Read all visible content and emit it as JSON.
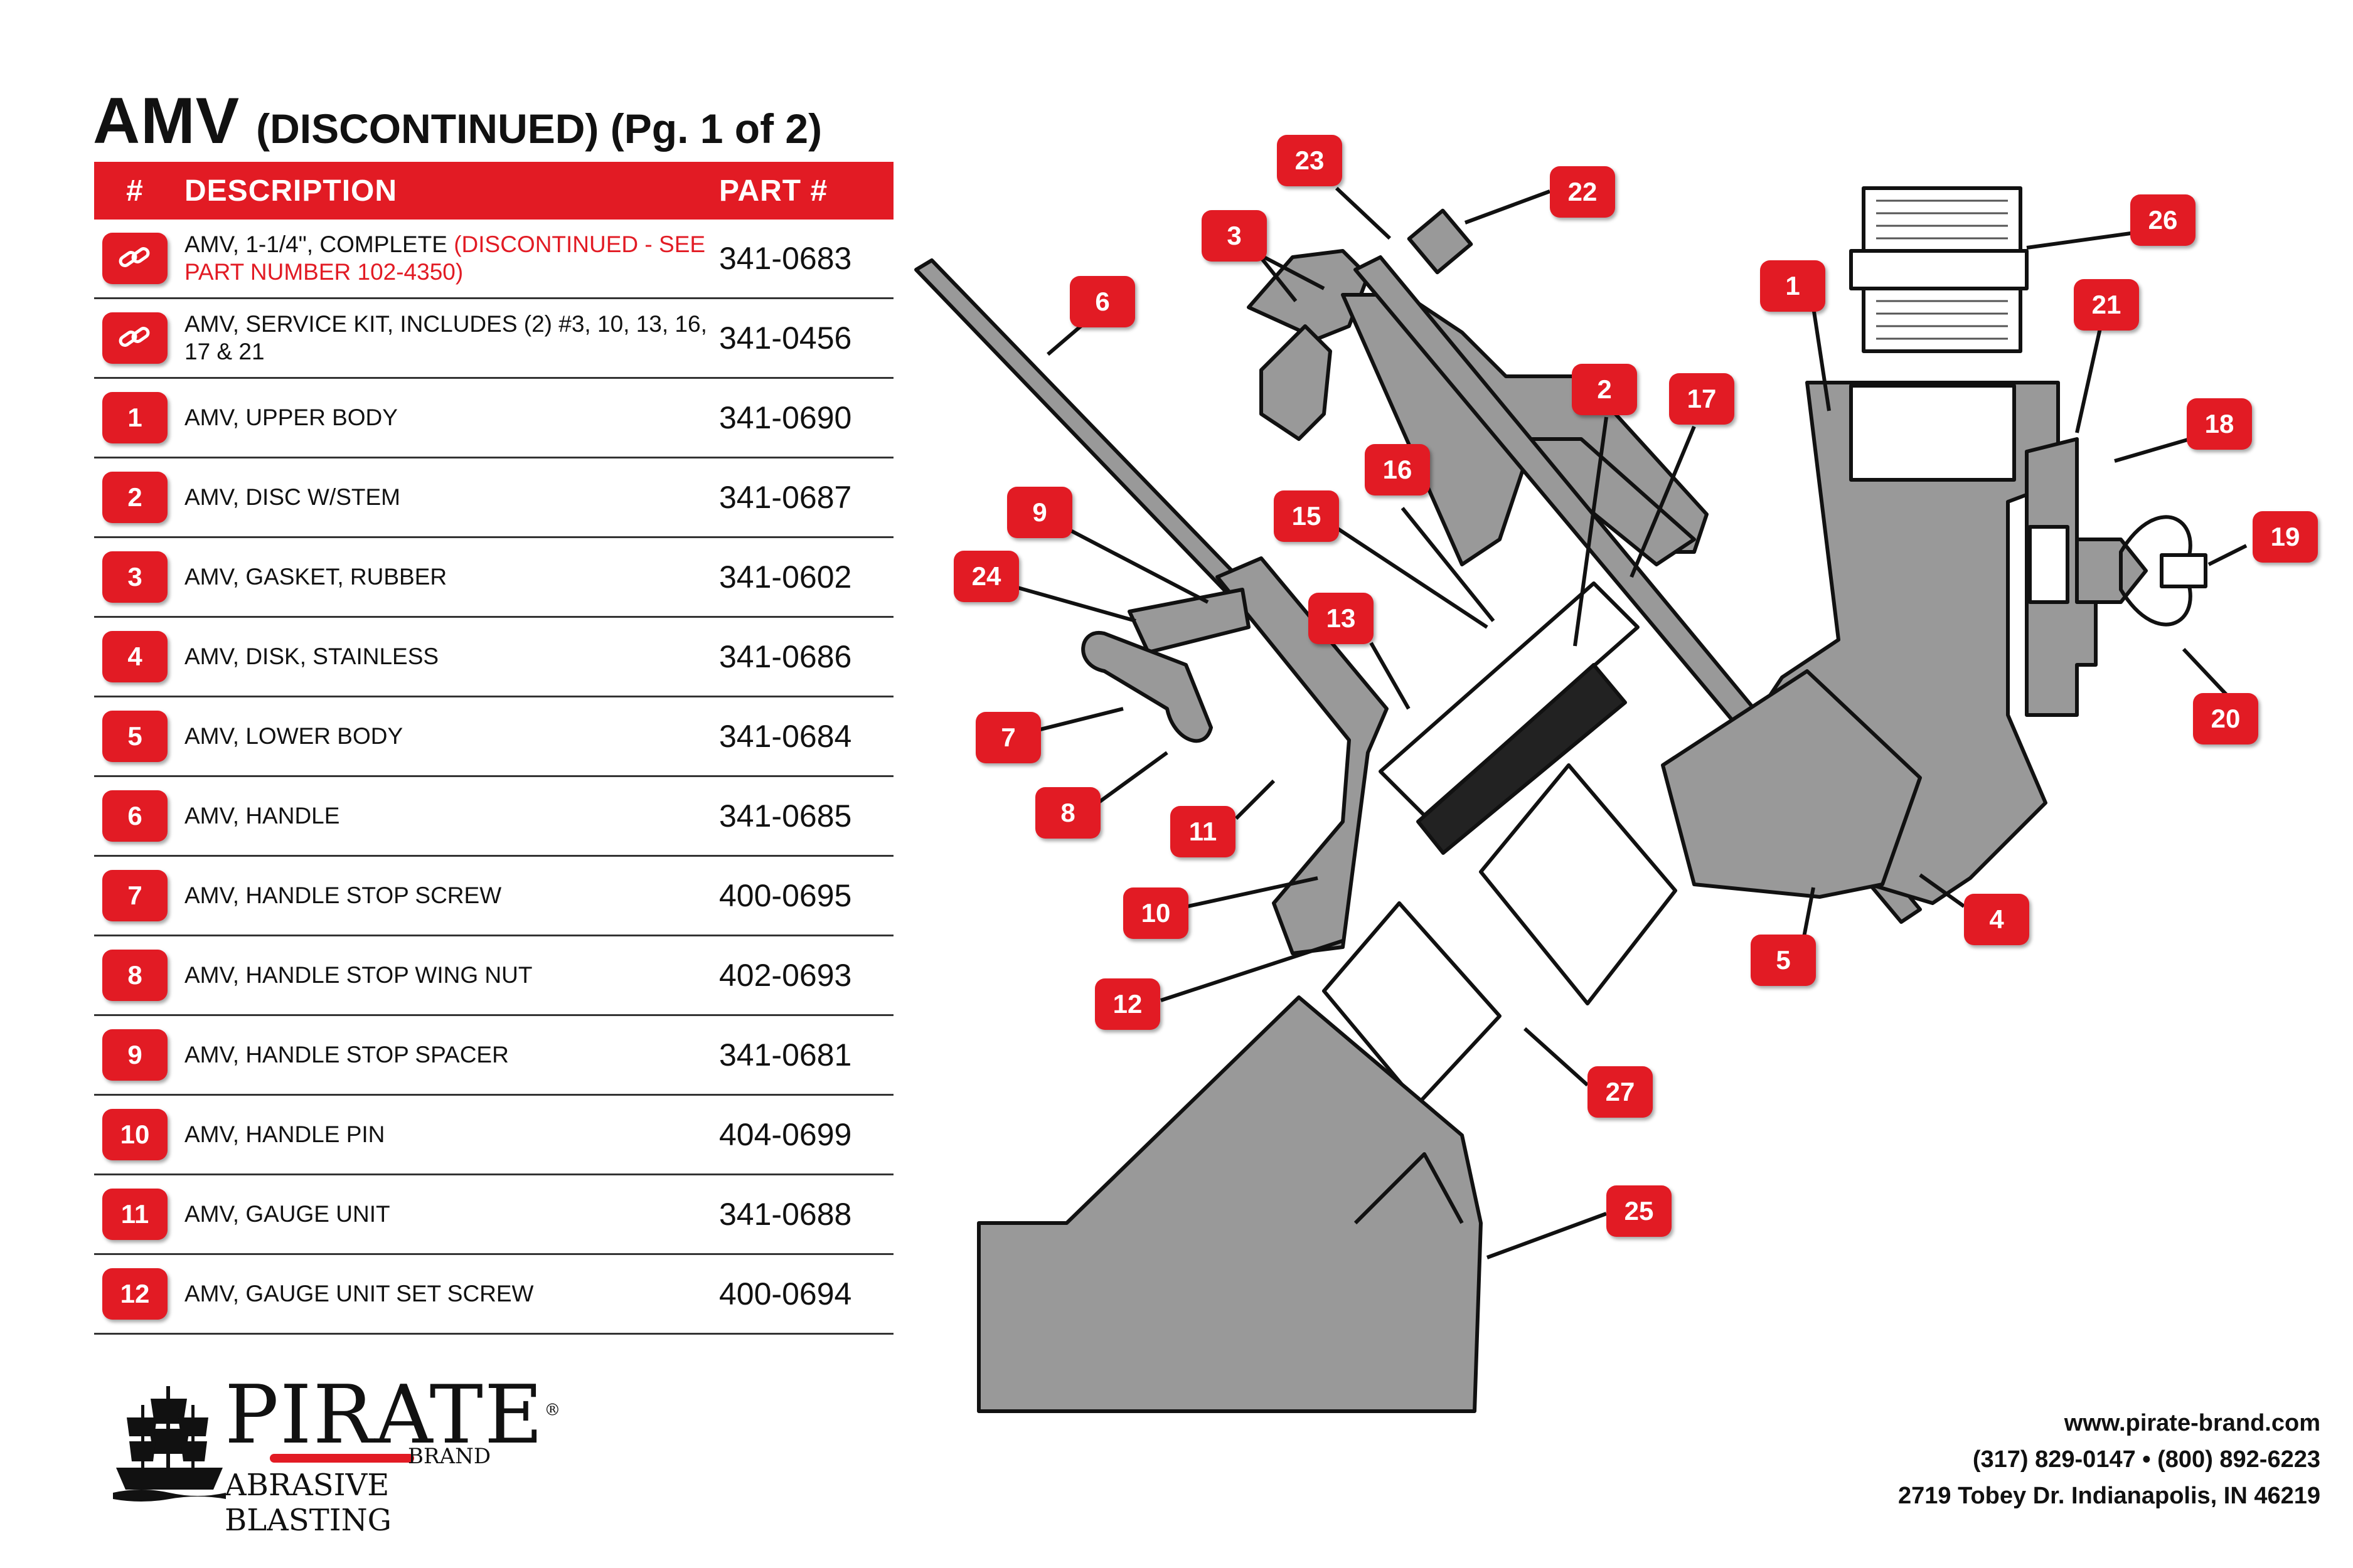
{
  "title": {
    "main": "AMV",
    "sub": "(DISCONTINUED) (Pg. 1 of 2)"
  },
  "table": {
    "headers": {
      "num": "#",
      "description": "DESCRIPTION",
      "part": "PART #"
    },
    "rows": [
      {
        "num": "",
        "icon": "link-icon",
        "desc": "AMV, 1-1/4\", COMPLETE ",
        "note": "(DISCONTINUED - SEE PART NUMBER 102-4350)",
        "part": "341-0683"
      },
      {
        "num": "",
        "icon": "link-icon",
        "desc": "AMV, SERVICE KIT, INCLUDES (2) #3, 10, 13, 16, 17 & 21",
        "note": "",
        "part": "341-0456"
      },
      {
        "num": "1",
        "desc": "AMV, UPPER BODY",
        "note": "",
        "part": "341-0690"
      },
      {
        "num": "2",
        "desc": "AMV, DISC W/STEM",
        "note": "",
        "part": "341-0687"
      },
      {
        "num": "3",
        "desc": "AMV, GASKET, RUBBER",
        "note": "",
        "part": "341-0602"
      },
      {
        "num": "4",
        "desc": "AMV, DISK, STAINLESS",
        "note": "",
        "part": "341-0686"
      },
      {
        "num": "5",
        "desc": "AMV, LOWER BODY",
        "note": "",
        "part": "341-0684"
      },
      {
        "num": "6",
        "desc": "AMV, HANDLE",
        "note": "",
        "part": "341-0685"
      },
      {
        "num": "7",
        "desc": "AMV, HANDLE STOP SCREW",
        "note": "",
        "part": "400-0695"
      },
      {
        "num": "8",
        "desc": "AMV, HANDLE STOP WING NUT",
        "note": "",
        "part": "402-0693"
      },
      {
        "num": "9",
        "desc": "AMV, HANDLE STOP SPACER",
        "note": "",
        "part": "341-0681"
      },
      {
        "num": "10",
        "desc": "AMV, HANDLE PIN",
        "note": "",
        "part": "404-0699"
      },
      {
        "num": "11",
        "desc": "AMV, GAUGE UNIT",
        "note": "",
        "part": "341-0688"
      },
      {
        "num": "12",
        "desc": "AMV, GAUGE UNIT SET SCREW",
        "note": "",
        "part": "400-0694"
      }
    ]
  },
  "callouts": [
    "1",
    "2",
    "3",
    "4",
    "5",
    "6",
    "7",
    "8",
    "9",
    "10",
    "11",
    "12",
    "13",
    "15",
    "16",
    "17",
    "18",
    "19",
    "20",
    "21",
    "22",
    "23",
    "24",
    "25",
    "26",
    "27"
  ],
  "logo": {
    "name": "PIRATE",
    "brand": "BRAND",
    "tagline": "ABRASIVE BLASTING",
    "registered": "®"
  },
  "contact": {
    "website": "www.pirate-brand.com",
    "phones": "(317) 829-0147 • (800) 892-6223",
    "address": "2719 Tobey Dr. Indianapolis, IN 46219"
  },
  "colors": {
    "accent": "#e21b24",
    "part_fill": "#999999",
    "outline": "#111111"
  }
}
